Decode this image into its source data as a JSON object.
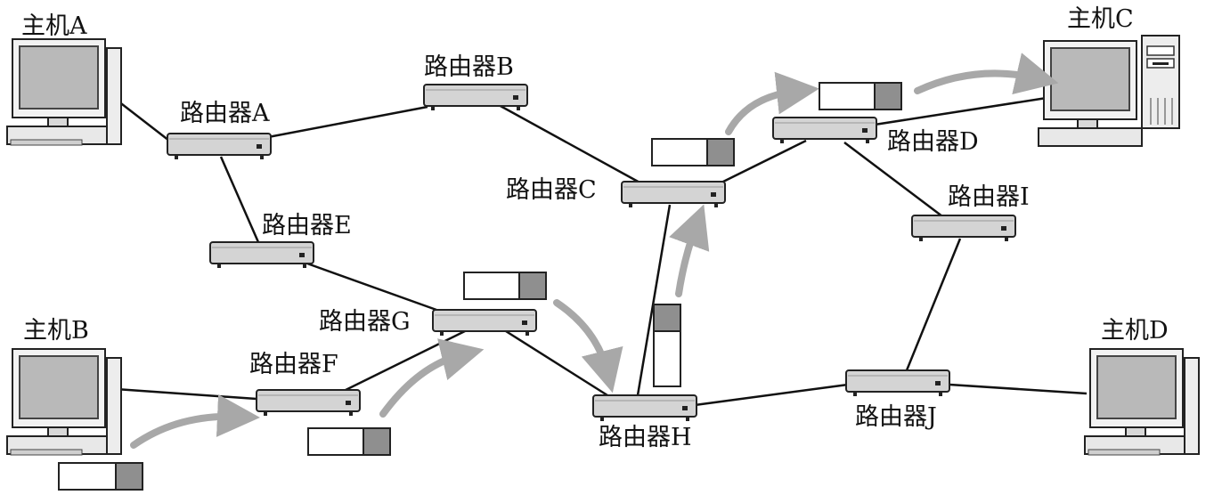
{
  "hosts": {
    "a": {
      "label": "主机A"
    },
    "b": {
      "label": "主机B"
    },
    "c": {
      "label": "主机C"
    },
    "d": {
      "label": "主机D"
    }
  },
  "routers": {
    "a": {
      "label": "路由器A"
    },
    "b": {
      "label": "路由器B"
    },
    "c": {
      "label": "路由器C"
    },
    "d": {
      "label": "路由器D"
    },
    "e": {
      "label": "路由器E"
    },
    "f": {
      "label": "路由器F"
    },
    "g": {
      "label": "路由器G"
    },
    "h": {
      "label": "路由器H"
    },
    "i": {
      "label": "路由器I"
    },
    "j": {
      "label": "路由器J"
    }
  },
  "links": [
    [
      "host-a",
      "router-a"
    ],
    [
      "router-a",
      "router-b"
    ],
    [
      "router-a",
      "router-e"
    ],
    [
      "router-b",
      "router-c"
    ],
    [
      "router-c",
      "router-d"
    ],
    [
      "router-c",
      "router-h"
    ],
    [
      "router-d",
      "host-c"
    ],
    [
      "router-d",
      "router-i"
    ],
    [
      "router-e",
      "router-g"
    ],
    [
      "router-f",
      "router-g"
    ],
    [
      "host-b",
      "router-f"
    ],
    [
      "router-g",
      "router-h"
    ],
    [
      "router-h",
      "router-j"
    ],
    [
      "router-i",
      "router-j"
    ],
    [
      "router-j",
      "host-d"
    ]
  ],
  "packet_route": [
    "host-b",
    "router-f",
    "router-g",
    "router-h",
    "router-c",
    "router-d",
    "host-c"
  ],
  "colors": {
    "line": "#111111",
    "router_fill": "#d4d4d4",
    "arrow": "#a8a8a8",
    "packet_header": "#8f8f8f",
    "screen": "#b9b9b9"
  }
}
